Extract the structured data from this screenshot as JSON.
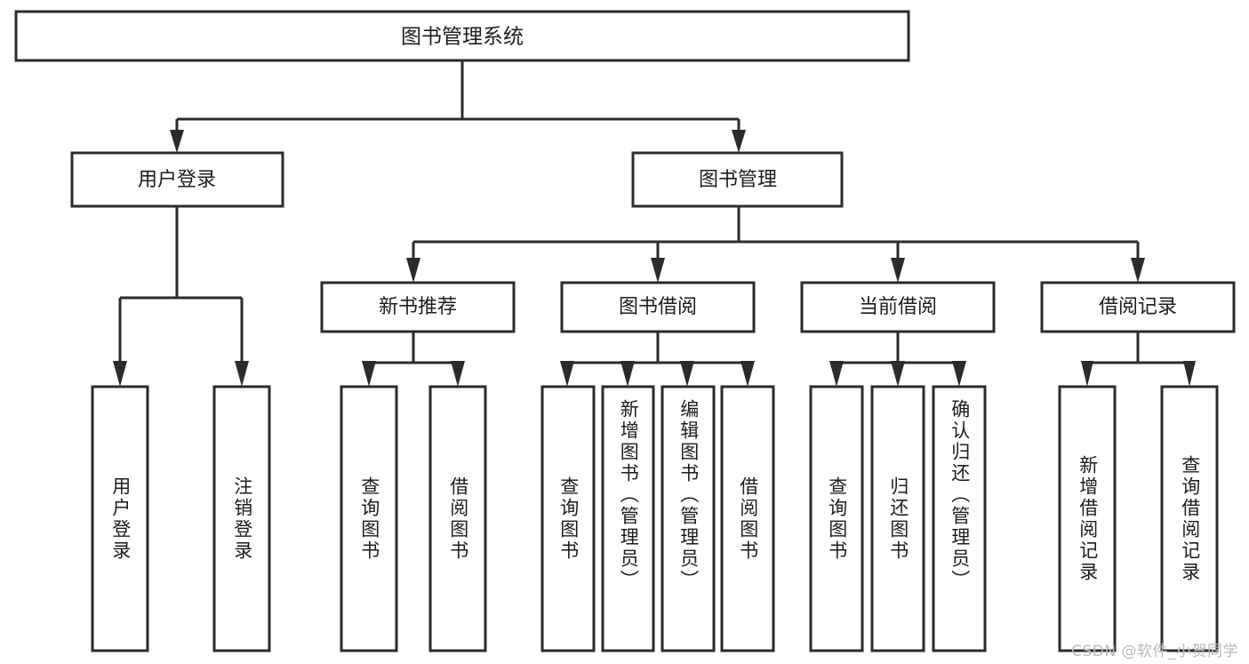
{
  "diagram": {
    "type": "tree-hierarchy",
    "title": "图书管理系统",
    "root": {
      "label": "图书管理系统"
    },
    "level2": [
      {
        "label": "用户登录"
      },
      {
        "label": "图书管理"
      }
    ],
    "level3": [
      {
        "label": "新书推荐"
      },
      {
        "label": "图书借阅"
      },
      {
        "label": "当前借阅"
      },
      {
        "label": "借阅记录"
      }
    ],
    "leaves": {
      "user_login": [
        {
          "label": "用户登录"
        },
        {
          "label": "注销登录"
        }
      ],
      "new_book_recommend": [
        {
          "label": "查询图书"
        },
        {
          "label": "借阅图书"
        }
      ],
      "book_borrow": [
        {
          "label": "查询图书"
        },
        {
          "label": "新增图书（管理员）"
        },
        {
          "label": "编辑图书（管理员）"
        },
        {
          "label": "借阅图书"
        }
      ],
      "current_borrow": [
        {
          "label": "查询图书"
        },
        {
          "label": "归还图书"
        },
        {
          "label": "确认归还（管理员）"
        }
      ],
      "borrow_record": [
        {
          "label": "新增借阅记录"
        },
        {
          "label": "查询借阅记录"
        }
      ]
    }
  },
  "watermark": {
    "text": "CSDN @软件_小贺同学"
  },
  "colors": {
    "stroke": "#2b2b2b",
    "box_fill": "#ffffff",
    "text": "#1c1c1c",
    "watermark": "#b9b9b9",
    "background": "#ffffff"
  }
}
